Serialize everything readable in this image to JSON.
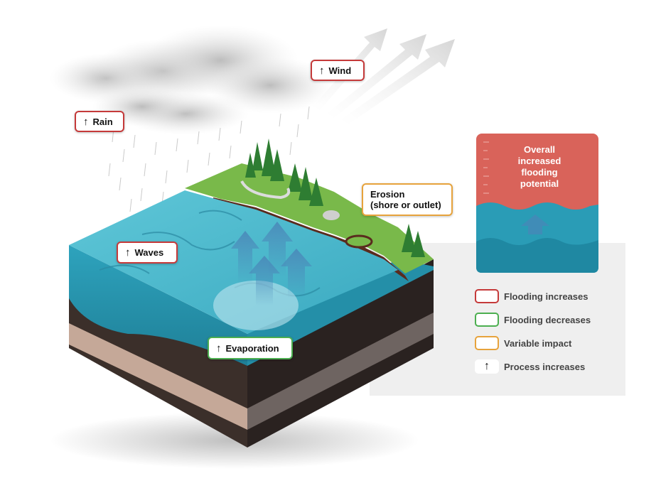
{
  "labels": {
    "wind": "Wind",
    "rain": "Rain",
    "waves": "Waves",
    "evaporation": "Evaporation",
    "erosion_line1": "Erosion",
    "erosion_line2": "(shore or outlet)"
  },
  "meter": {
    "line1": "Overall",
    "line2": "increased",
    "line3": "flooding",
    "line4": "potential"
  },
  "legend": {
    "red": "Flooding increases",
    "green": "Flooding decreases",
    "orange": "Variable impact",
    "arrow": "Process increases"
  },
  "arrow_glyph": "↑",
  "colors": {
    "increase": "#c53a3a",
    "decrease": "#4caf50",
    "variable": "#e7a33c",
    "water": "#3fb3c9",
    "meter_red": "#d9635a",
    "meter_water": "#2a9cb6"
  }
}
